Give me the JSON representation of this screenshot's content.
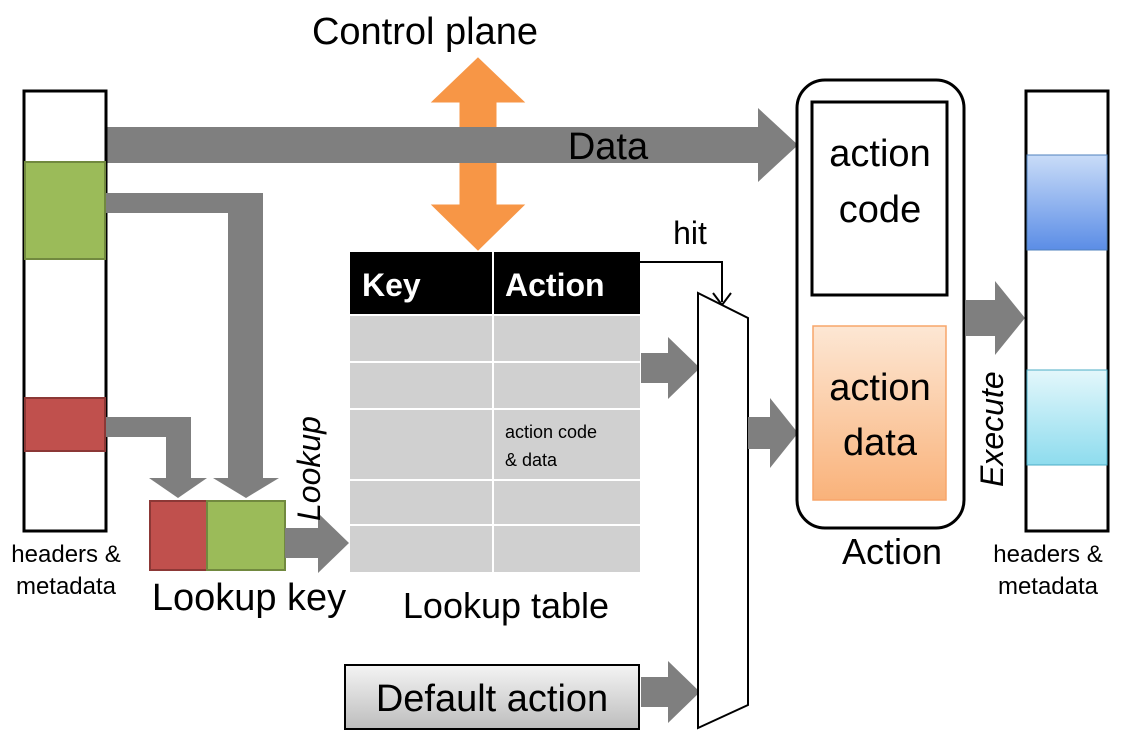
{
  "title": "Control plane",
  "arrows": {
    "data_label": "Data",
    "lookup_label": "Lookup",
    "hit_label": "hit",
    "execute_label": "Execute"
  },
  "input_packet": {
    "caption_line1": "headers &",
    "caption_line2": "metadata"
  },
  "output_packet": {
    "caption_line1": "headers &",
    "caption_line2": "metadata"
  },
  "lookup_key": {
    "label": "Lookup key"
  },
  "lookup_table": {
    "label": "Lookup table",
    "headers": [
      "Key",
      "Action"
    ],
    "rows": [
      [
        "",
        ""
      ],
      [
        "",
        ""
      ],
      [
        "",
        "action code & data"
      ],
      [
        "",
        ""
      ],
      [
        "",
        ""
      ]
    ],
    "row_note_line1": "action code",
    "row_note_line2": "& data"
  },
  "default_action": {
    "label": "Default action"
  },
  "action_block": {
    "label": "Action",
    "code_line1": "action",
    "code_line2": "code",
    "data_line1": "action",
    "data_line2": "data"
  },
  "colors": {
    "arrow_gray": "#7f7f7f",
    "control_orange": "#f79646",
    "header_red": "#c0504d",
    "header_green": "#9bbb59",
    "action_data_orange": "#fcc597",
    "out_blue": "#6f9ded",
    "out_cyan": "#a6e5f3",
    "table_row": "#d0d0d0"
  }
}
